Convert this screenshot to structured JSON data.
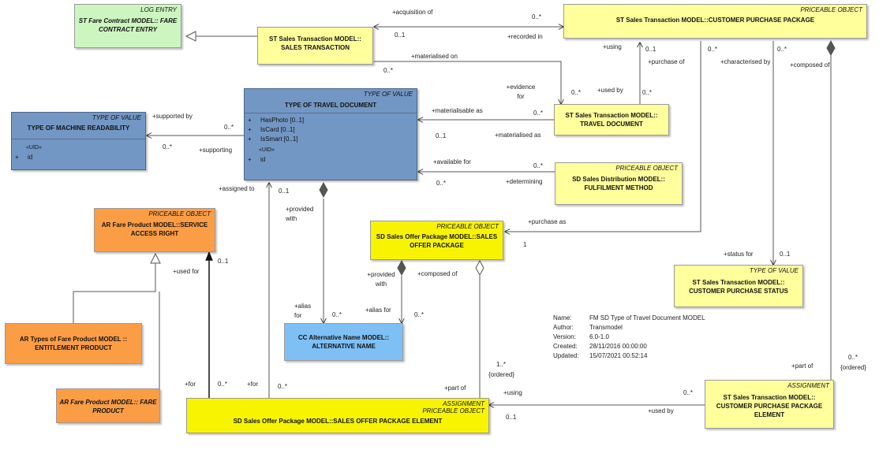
{
  "boxes": {
    "log_entry": {
      "stereotype": "LOG ENTRY",
      "title": "ST Fare Contract MODEL:: FARE CONTRACT ENTRY"
    },
    "sales_transaction": {
      "stereotype": "",
      "title": "ST Sales Transaction MODEL:: SALES TRANSACTION"
    },
    "customer_purchase_package": {
      "stereotype": "PRICEABLE OBJECT",
      "title": "ST Sales Transaction MODEL::CUSTOMER PURCHASE PACKAGE"
    },
    "type_of_travel_document": {
      "stereotype": "TYPE OF VALUE",
      "title": "TYPE OF TRAVEL DOCUMENT",
      "attributes": [
        {
          "vis": "+",
          "name": "HasPhoto [0..1]"
        },
        {
          "vis": "+",
          "name": "IsCard [0..1]"
        },
        {
          "vis": "+",
          "name": "IsSmart [0..1]"
        }
      ],
      "uid_label": "«UID»",
      "uid_attr": {
        "vis": "+",
        "name": "id"
      }
    },
    "type_of_machine_readability": {
      "stereotype": "TYPE OF VALUE",
      "title": "TYPE OF MACHINE READABILITY",
      "uid_label": "«UID»",
      "uid_attr": {
        "vis": "+",
        "name": "id"
      }
    },
    "travel_document": {
      "stereotype": "",
      "title": "ST Sales Transaction MODEL:: TRAVEL DOCUMENT"
    },
    "fulfilment_method": {
      "stereotype": "PRICEABLE OBJECT",
      "title": "SD Sales Distribution MODEL:: FULFILMENT METHOD"
    },
    "service_access_right": {
      "stereotype": "PRICEABLE OBJECT",
      "title": "AR Fare Product MODEL::SERVICE ACCESS RIGHT"
    },
    "sales_offer_package": {
      "stereotype": "PRICEABLE OBJECT",
      "title": "SD Sales Offer Package MODEL::SALES OFFER PACKAGE"
    },
    "entitlement_product": {
      "stereotype": "",
      "title": "AR Types of Fare Product MODEL :: ENTITLEMENT PRODUCT"
    },
    "fare_product": {
      "stereotype": "",
      "title": "AR Fare Product MODEL:: FARE PRODUCT"
    },
    "alternative_name": {
      "stereotype": "",
      "title": "CC Alternative Name MODEL:: ALTERNATIVE NAME"
    },
    "customer_purchase_status": {
      "stereotype": "TYPE OF VALUE",
      "title": "ST Sales Transaction MODEL:: CUSTOMER PURCHASE STATUS"
    },
    "sales_offer_package_element": {
      "stereotype": "ASSIGNMENT",
      "stereotype2": "PRICEABLE OBJECT",
      "title": "SD Sales Offer Package MODEL::SALES OFFER PACKAGE ELEMENT"
    },
    "customer_purchase_package_element": {
      "stereotype": "ASSIGNMENT",
      "title": "ST Sales Transaction MODEL:: CUSTOMER PURCHASE PACKAGE ELEMENT"
    }
  },
  "labels": {
    "acquisition_of": "+acquisition of",
    "m_0star_a": "0..*",
    "m_01_a": "0..1",
    "recorded_in": "+recorded in",
    "materialised_on": "+materialised on",
    "m_0star_b": "0..*",
    "using_top": "+using",
    "m_01_b": "0..1",
    "purchase_of": "+purchase of",
    "m_0star_c": "0..*",
    "characterised_by": "+characterised by",
    "m_0star_d": "0..*",
    "composed_of_top": "+composed of",
    "evidence_for": "+evidence for",
    "m_0star_e": "0..*",
    "used_by_top": "+used by",
    "m_0star_f": "0..*",
    "supported_by": "+supported by",
    "m_0star_g": "0..*",
    "m_0star_h": "0..*",
    "supporting": "+supporting",
    "materialisable_as": "+materialisable as",
    "m_0star_i": "0..*",
    "m_01_c": "0..1",
    "materialised_as": "+materialised as",
    "available_for": "+available for",
    "m_0star_j": "0..*",
    "m_0star_k": "0..*",
    "determining": "+determining",
    "assigned_to": "+assigned to",
    "m_01_d": "0..1",
    "provided_with_top": "+provided with",
    "purchase_as": "+purchase as",
    "m_1": "1",
    "status_for": "+status for",
    "m_01_e": "0..1",
    "m_01_f": "0..1",
    "used_for": "+used for",
    "provided_with_mid": "+provided with",
    "composed_of_mid": "+composed of",
    "alias_for_a": "+alias for",
    "m_0star_l": "0..*",
    "alias_for_b": "+alias for",
    "m_0star_m": "0..*",
    "m_1star": "1..*",
    "ordered_a": "{ordered}",
    "part_of_a": "+part of",
    "for_a": "+for",
    "m_0star_n": "0..*",
    "for_b": "+for",
    "m_0star_o": "0..*",
    "using_bottom": "+using",
    "m_0star_p": "0..*",
    "used_by_bottom": "+used by",
    "m_01_g": "0..1",
    "part_of_b": "+part of",
    "m_0star_q": "0..*",
    "ordered_b": "{ordered}"
  },
  "meta": {
    "name_k": "Name:",
    "name_v": "FM SD Type of Travel Document MODEL",
    "author_k": "Author:",
    "author_v": "Transmodel",
    "version_k": "Version:",
    "version_v": "6.0-1.0",
    "created_k": "Created:",
    "created_v": "28/11/2016 00:00:00",
    "updated_k": "Updated:",
    "updated_v": "15/07/2021 00:52:14"
  },
  "colors": {
    "pale_yellow": "#ffff9c",
    "yellow": "#f8f400",
    "green": "#cdf5c0",
    "steel_blue": "#7397c4",
    "orange": "#fb9d45",
    "light_blue": "#7ec0f4"
  }
}
